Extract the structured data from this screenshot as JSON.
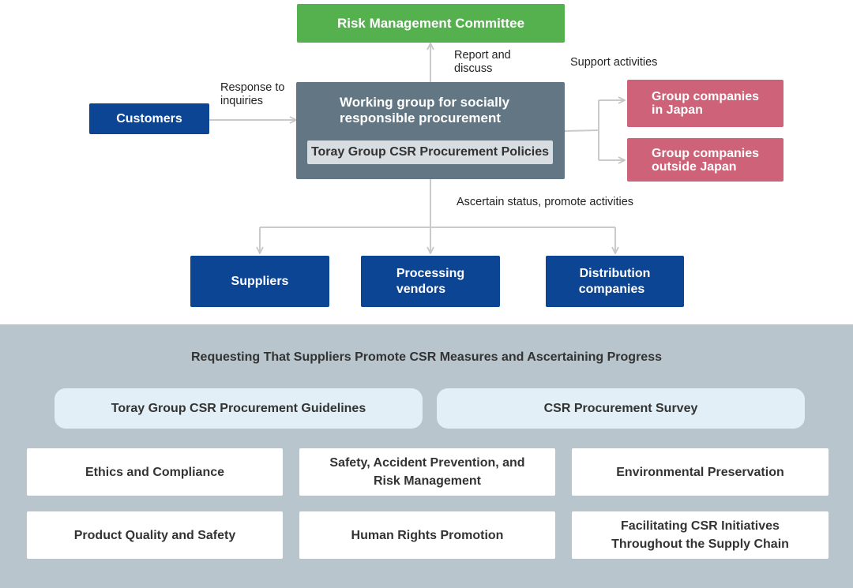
{
  "committee": "Risk Management Committee",
  "customers": "Customers",
  "working_group": {
    "title_line1": "Working group for socially",
    "title_line2": "responsible procurement",
    "policy": "Toray Group CSR Procurement Policies"
  },
  "group_companies": {
    "japan_line1": "Group companies",
    "japan_line2": "in Japan",
    "outside_line1": "Group companies",
    "outside_line2": "outside Japan"
  },
  "partners": {
    "suppliers": "Suppliers",
    "processing_line1": "Processing",
    "processing_line2": "vendors",
    "distribution_line1": "Distribution",
    "distribution_line2": "companies"
  },
  "labels": {
    "report_line1": "Report and",
    "report_line2": "discuss",
    "response_line1": "Response to",
    "response_line2": "inquiries",
    "support": "Support activities",
    "ascertain": "Ascertain status, promote activities"
  },
  "panel": {
    "title": "Requesting That Suppliers Promote CSR Measures and Ascertaining Progress",
    "guidelines": "Toray Group CSR Procurement Guidelines",
    "survey": "CSR Procurement Survey",
    "items": [
      {
        "line1": "Ethics and Compliance",
        "line2": ""
      },
      {
        "line1": "Safety, Accident Prevention, and",
        "line2": "Risk Management"
      },
      {
        "line1": "Environmental Preservation",
        "line2": ""
      },
      {
        "line1": "Product Quality and Safety",
        "line2": ""
      },
      {
        "line1": "Human Rights Promotion",
        "line2": ""
      },
      {
        "line1": "Facilitating CSR Initiatives",
        "line2": "Throughout the Supply Chain"
      }
    ]
  },
  "colors": {
    "green": "#55b04e",
    "navy": "#0d4595",
    "slate": "#627684",
    "pink": "#cd6278",
    "panel": "#b8c5cd",
    "connector": "#c9c9c9"
  }
}
